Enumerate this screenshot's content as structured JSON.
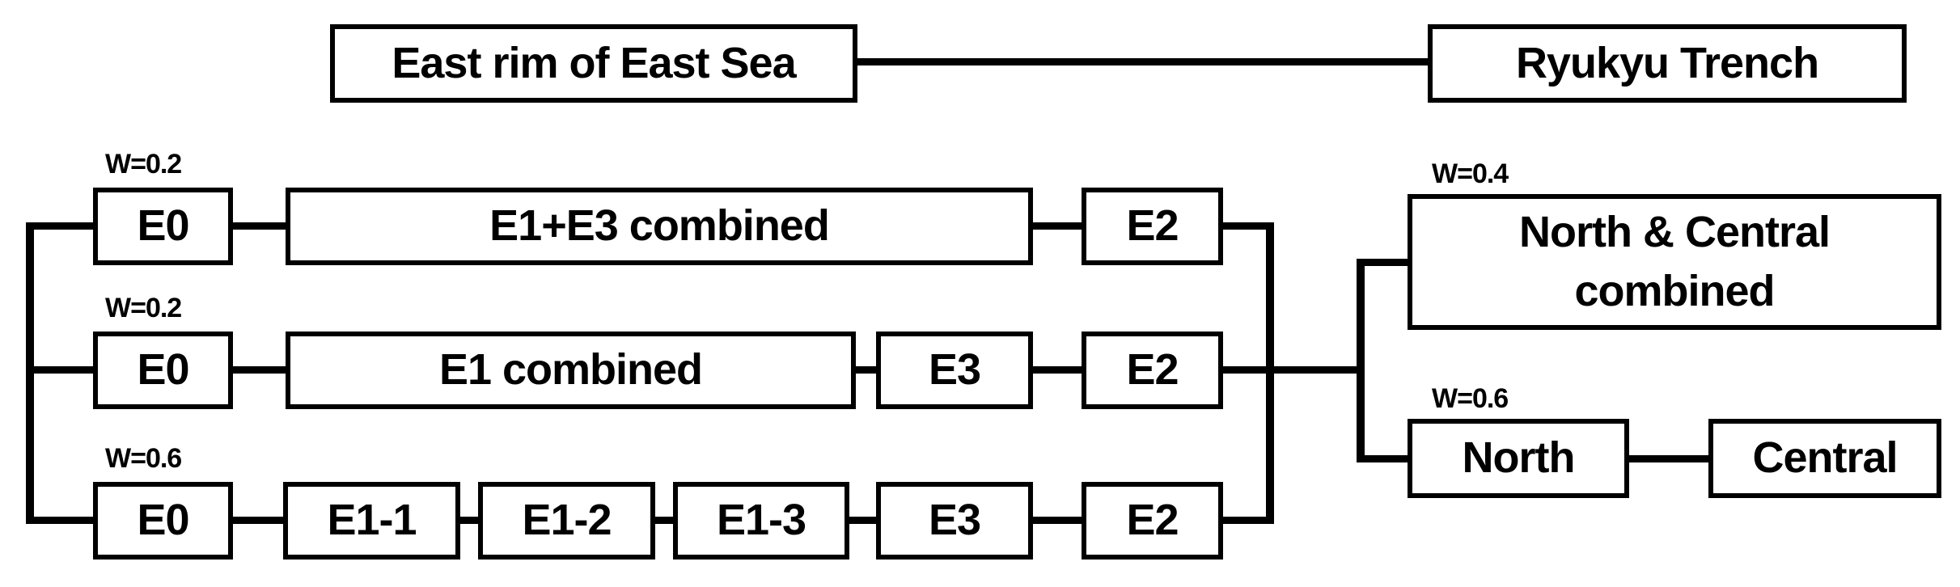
{
  "diagram": {
    "title_row": {
      "left": "East rim of East Sea",
      "right": "Ryukyu Trench"
    },
    "left_tree": {
      "branches": [
        {
          "weight": "W=0.2",
          "nodes": [
            "E0",
            "E1+E3 combined",
            "E2"
          ]
        },
        {
          "weight": "W=0.2",
          "nodes": [
            "E0",
            "E1 combined",
            "E3",
            "E2"
          ]
        },
        {
          "weight": "W=0.6",
          "nodes": [
            "E0",
            "E1-1",
            "E1-2",
            "E1-3",
            "E3",
            "E2"
          ]
        }
      ]
    },
    "right_tree": {
      "branches": [
        {
          "weight": "W=0.4",
          "nodes": [
            "North & Central combined"
          ]
        },
        {
          "weight": "W=0.6",
          "nodes": [
            "North",
            "Central"
          ]
        }
      ]
    },
    "colors": {
      "background": "#ffffff",
      "box_fill": "#ffffff",
      "line": "#000000",
      "text": "#000000"
    }
  }
}
